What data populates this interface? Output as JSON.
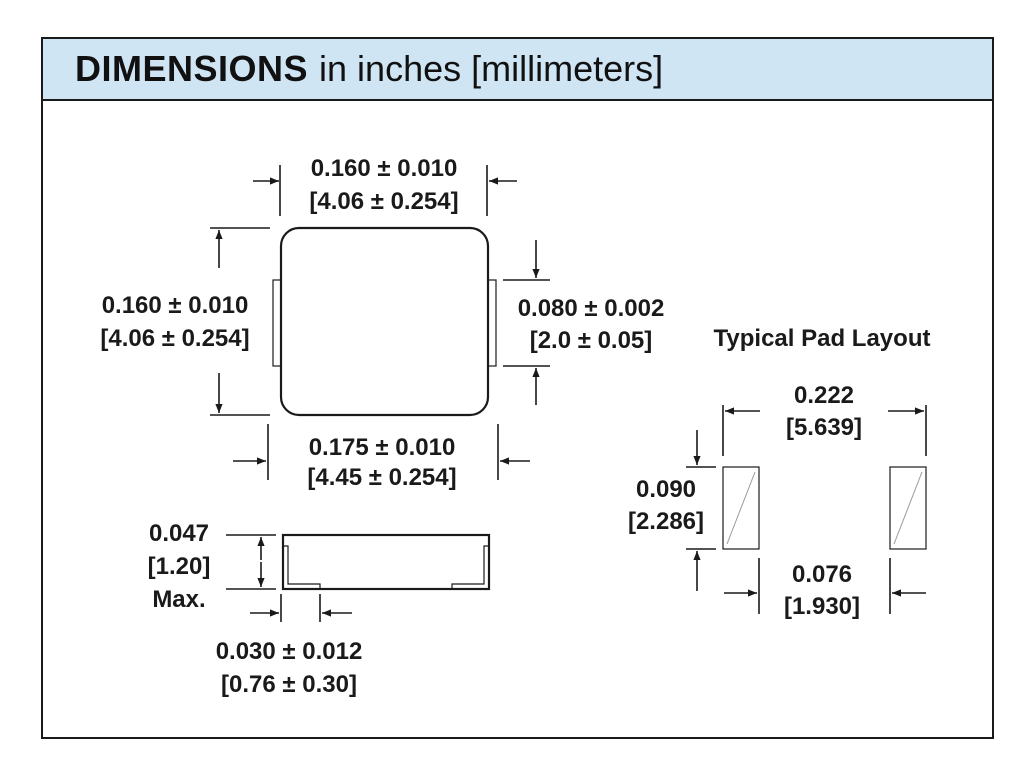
{
  "header": {
    "title_bold": "DIMENSIONS",
    "title_rest": "in inches [millimeters]",
    "background": "#cfe5f4"
  },
  "top_view": {
    "width_in": "0.160 ± 0.010",
    "width_mm": "[4.06 ± 0.254]",
    "height_in": "0.160 ± 0.010",
    "height_mm": "[4.06 ± 0.254]",
    "terminal_in": "0.080 ± 0.002",
    "terminal_mm": "[2.0 ± 0.05]",
    "overall_in": "0.175 ± 0.010",
    "overall_mm": "[4.45 ± 0.254]"
  },
  "side_view": {
    "height_in": "0.047",
    "height_mm": "[1.20]",
    "height_note": "Max.",
    "terminal_in": "0.030 ± 0.012",
    "terminal_mm": "[0.76 ± 0.30]"
  },
  "pad_layout": {
    "title": "Typical Pad Layout",
    "span_in": "0.222",
    "span_mm": "[5.639]",
    "pad_height_in": "0.090",
    "pad_height_mm": "[2.286]",
    "gap_in": "0.076",
    "gap_mm": "[1.930]"
  }
}
